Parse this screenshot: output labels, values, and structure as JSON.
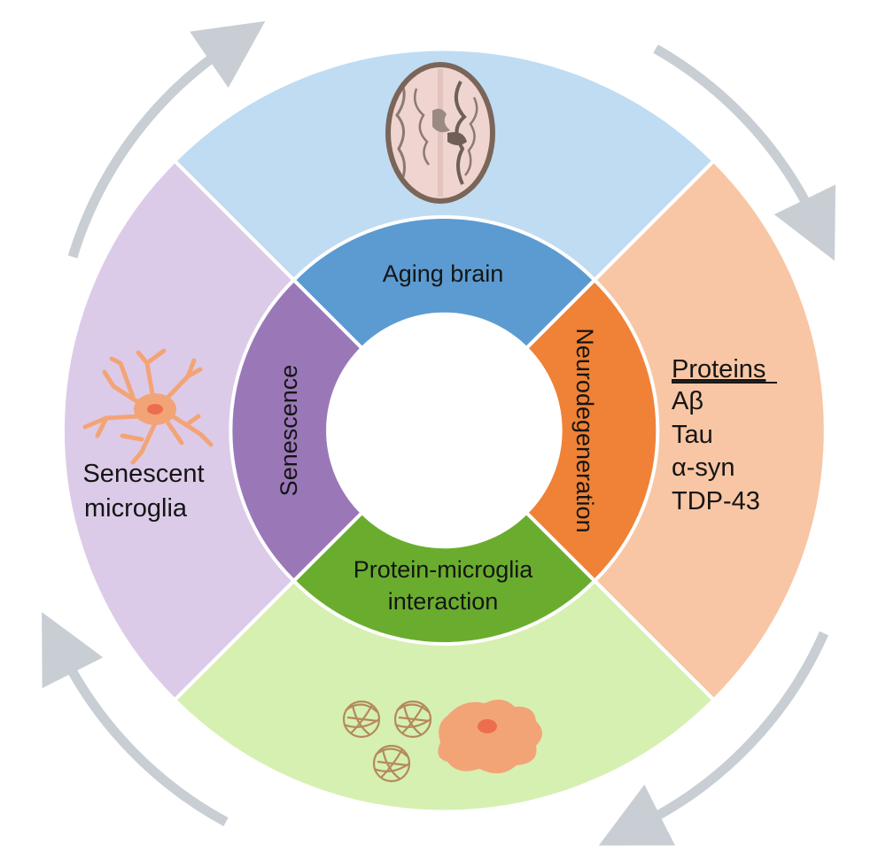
{
  "colors": {
    "top_outer": "#bfdcf2",
    "right_outer": "#f8c6a4",
    "bottom_outer": "#d6f0b2",
    "left_outer": "#dccbe8",
    "top_inner": "#5b9bd1",
    "right_inner": "#ef8236",
    "bottom_inner": "#6aad2e",
    "left_inner": "#9a78b8",
    "arrow": "#c8ced3",
    "cell": "#f3a477",
    "cell_nucleus": "#ec6e4f",
    "fibril": "#b48a5a"
  },
  "inner_ring": {
    "top": "Aging brain",
    "right": "Neurodegeneration",
    "bottom_line1": "Protein-microglia",
    "bottom_line2": "interaction",
    "left": "Senescence"
  },
  "outer_ring": {
    "left_line1": "Senescent",
    "left_line2": "microglia",
    "right_heading": "Proteins",
    "right_items": [
      "Aβ",
      "Tau",
      "α-syn",
      "TDP-43"
    ]
  },
  "icons": {
    "top": "brain-mri-icon",
    "left": "senescent-microglia-icon",
    "bottom": "protein-aggregates-microglia-icon"
  }
}
